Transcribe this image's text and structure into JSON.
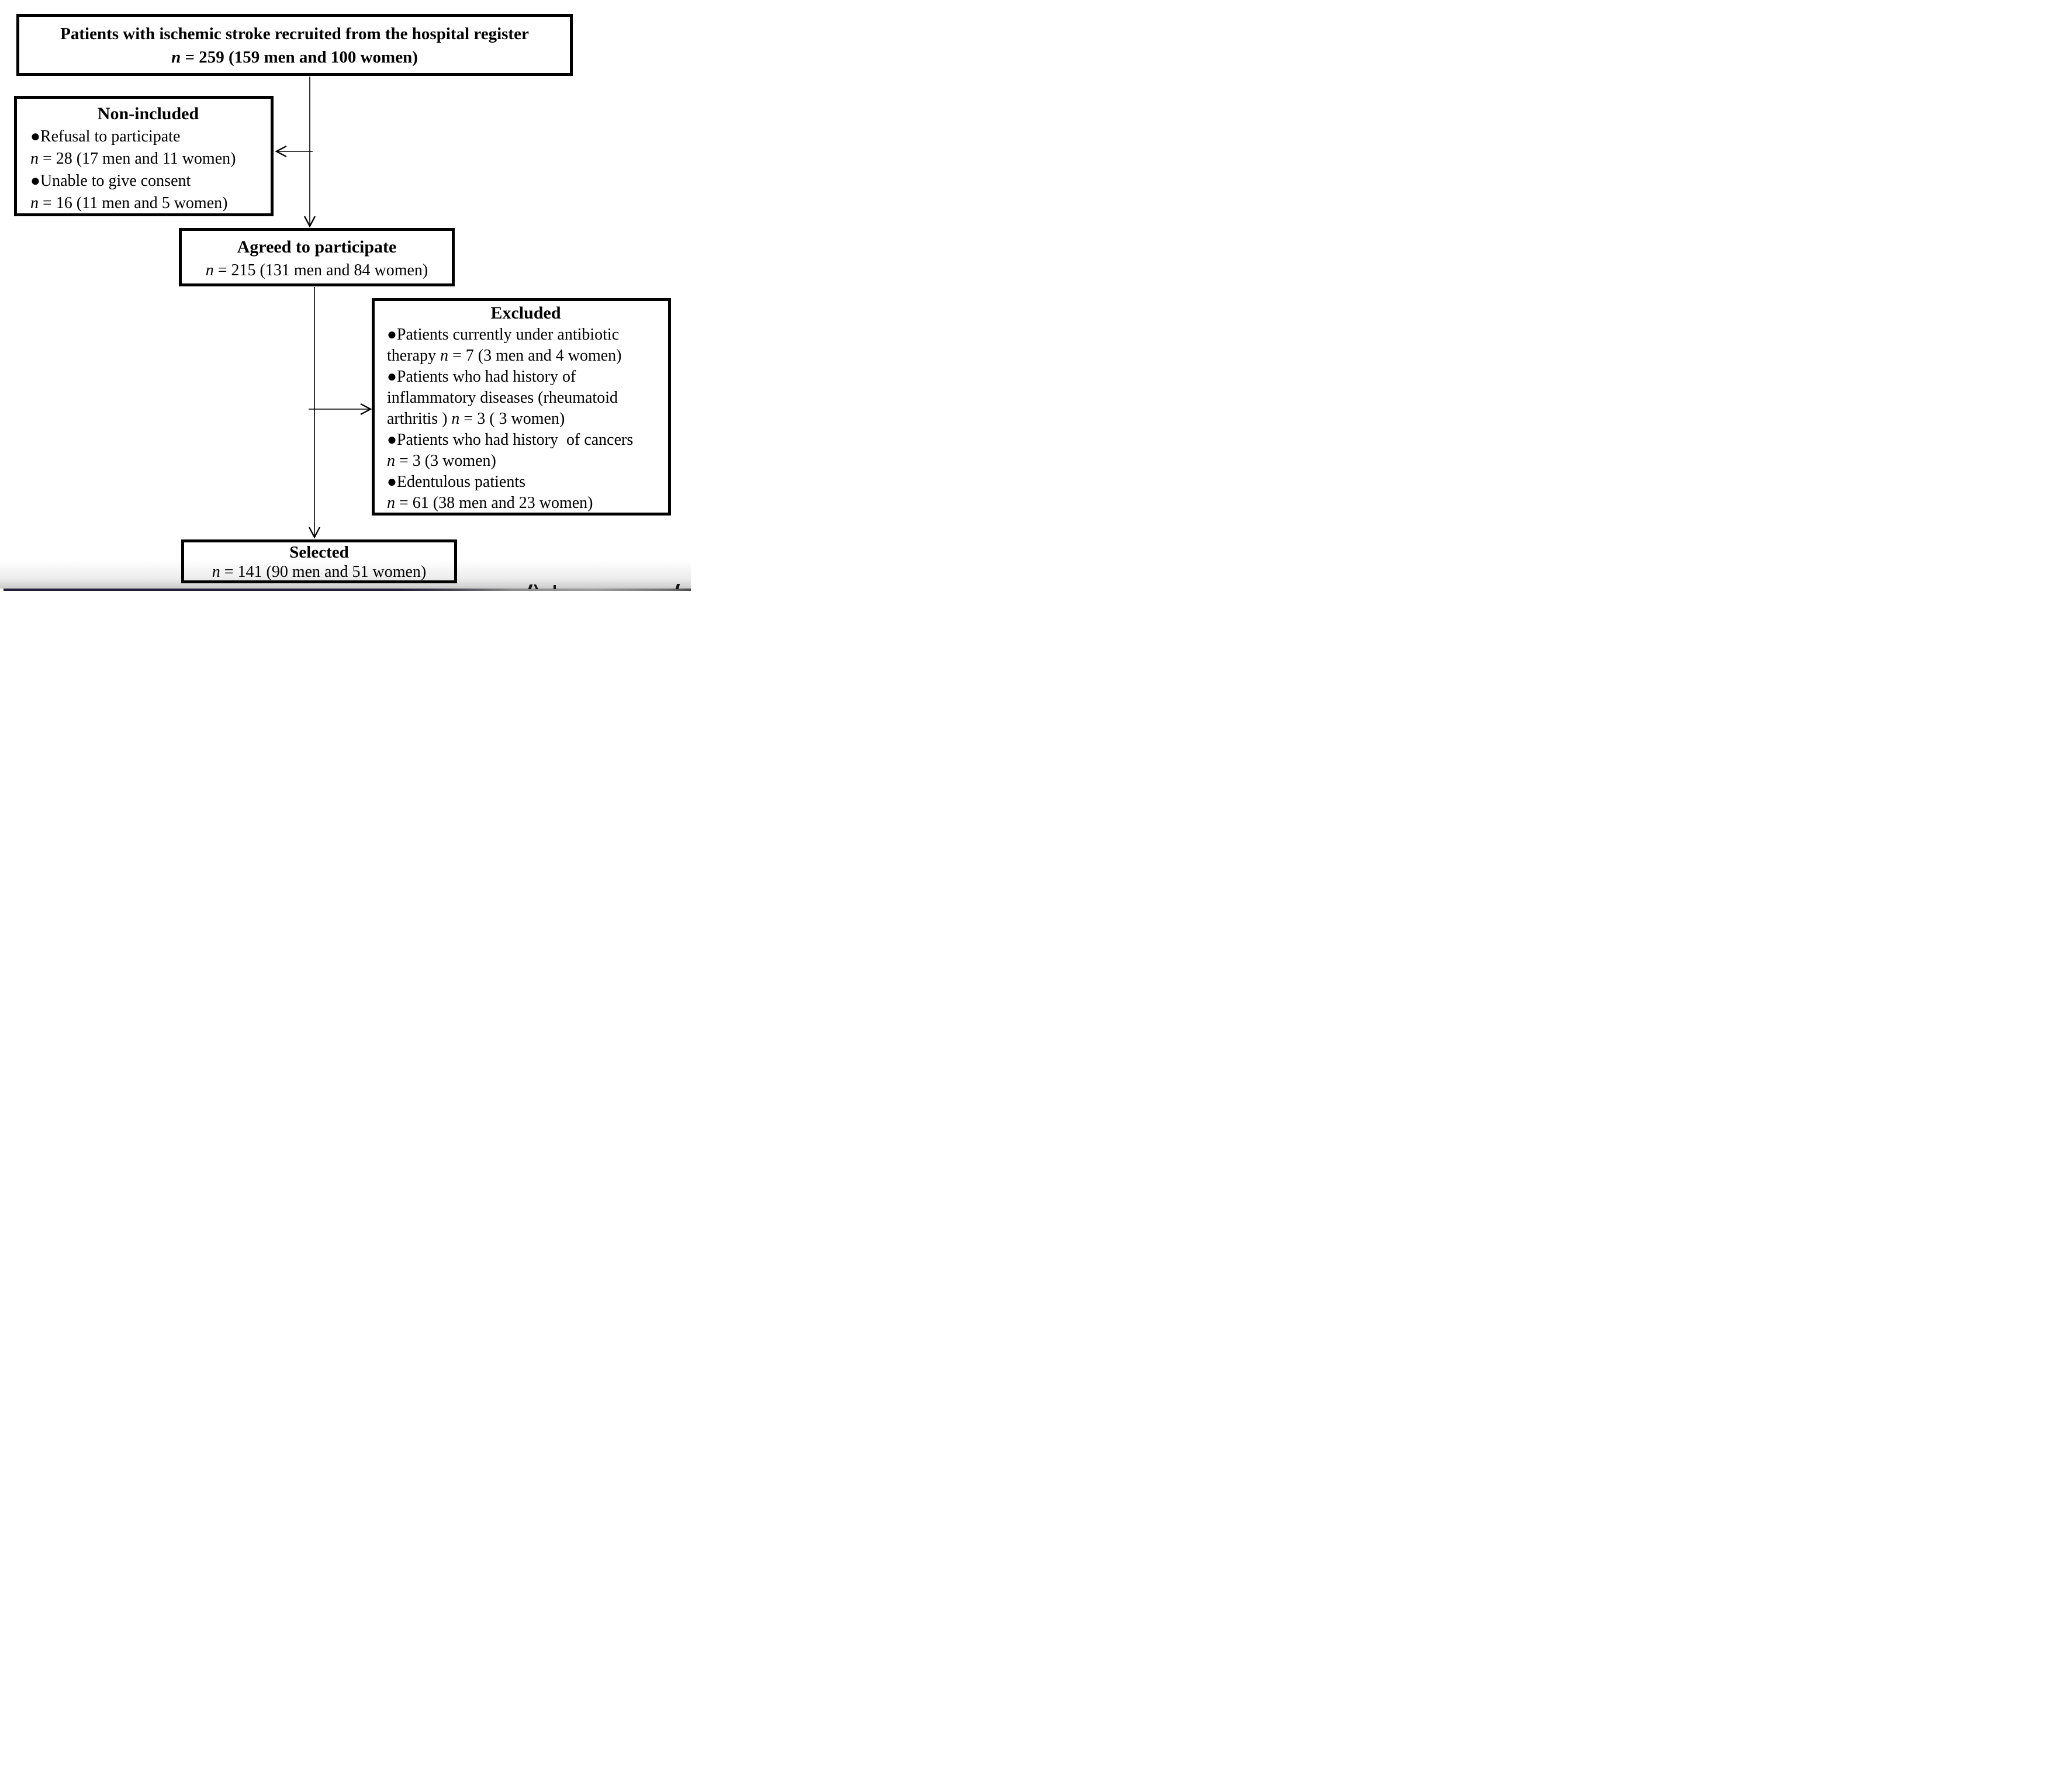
{
  "figure": {
    "type": "patient-recruitment-flow-diagram"
  },
  "boxes": {
    "recruited": {
      "title": "Patients with ischemic stroke recruited from the hospital register",
      "lines": [
        [
          {
            "t": "n",
            "i": true
          },
          {
            "t": " = 259 (159 men and 100 women)"
          }
        ]
      ]
    },
    "non_included": {
      "title": "Non-included",
      "lines": [
        [
          {
            "t": "●Refusal to participate"
          }
        ],
        [
          {
            "t": "n",
            "i": true
          },
          {
            "t": " = 28 (17 men and 11 women)"
          }
        ],
        [
          {
            "t": "●Unable to give consent"
          }
        ],
        [
          {
            "t": "n",
            "i": true
          },
          {
            "t": " = 16 (11 men and 5 women)"
          }
        ]
      ]
    },
    "agreed": {
      "title": "Agreed to participate",
      "lines": [
        [
          {
            "t": "n",
            "i": true
          },
          {
            "t": " = 215 (131 men and 84 women)"
          }
        ]
      ]
    },
    "excluded": {
      "title": "Excluded",
      "lines": [
        [
          {
            "t": "●Patients currently under antibiotic"
          }
        ],
        [
          {
            "t": "therapy "
          },
          {
            "t": "n",
            "i": true
          },
          {
            "t": " = 7 (3 men and 4 women)"
          }
        ],
        [
          {
            "t": "●Patients who had history of"
          }
        ],
        [
          {
            "t": "inflammatory diseases (rheumatoid"
          }
        ],
        [
          {
            "t": "arthritis ) "
          },
          {
            "t": "n",
            "i": true
          },
          {
            "t": " = 3 ( 3 women)"
          }
        ],
        [
          {
            "t": "●Patients who had history  of cancers"
          }
        ],
        [
          {
            "t": "n",
            "i": true
          },
          {
            "t": " = 3 (3 women)"
          }
        ],
        [
          {
            "t": "●Edentulous patients"
          }
        ],
        [
          {
            "t": "n",
            "i": true
          },
          {
            "t": " = 61 (38 men and 23 women)"
          }
        ]
      ]
    },
    "selected": {
      "title": "Selected",
      "lines": [
        [
          {
            "t": "n",
            "i": true
          },
          {
            "t": " = 141 (90 men and 51 women)"
          }
        ]
      ]
    }
  },
  "colors": {
    "box_border": "#000000",
    "background": "#ffffff",
    "text": "#000000",
    "page_edge_dark": "#241e38",
    "page_edge_gray": "#8a8a8a"
  }
}
